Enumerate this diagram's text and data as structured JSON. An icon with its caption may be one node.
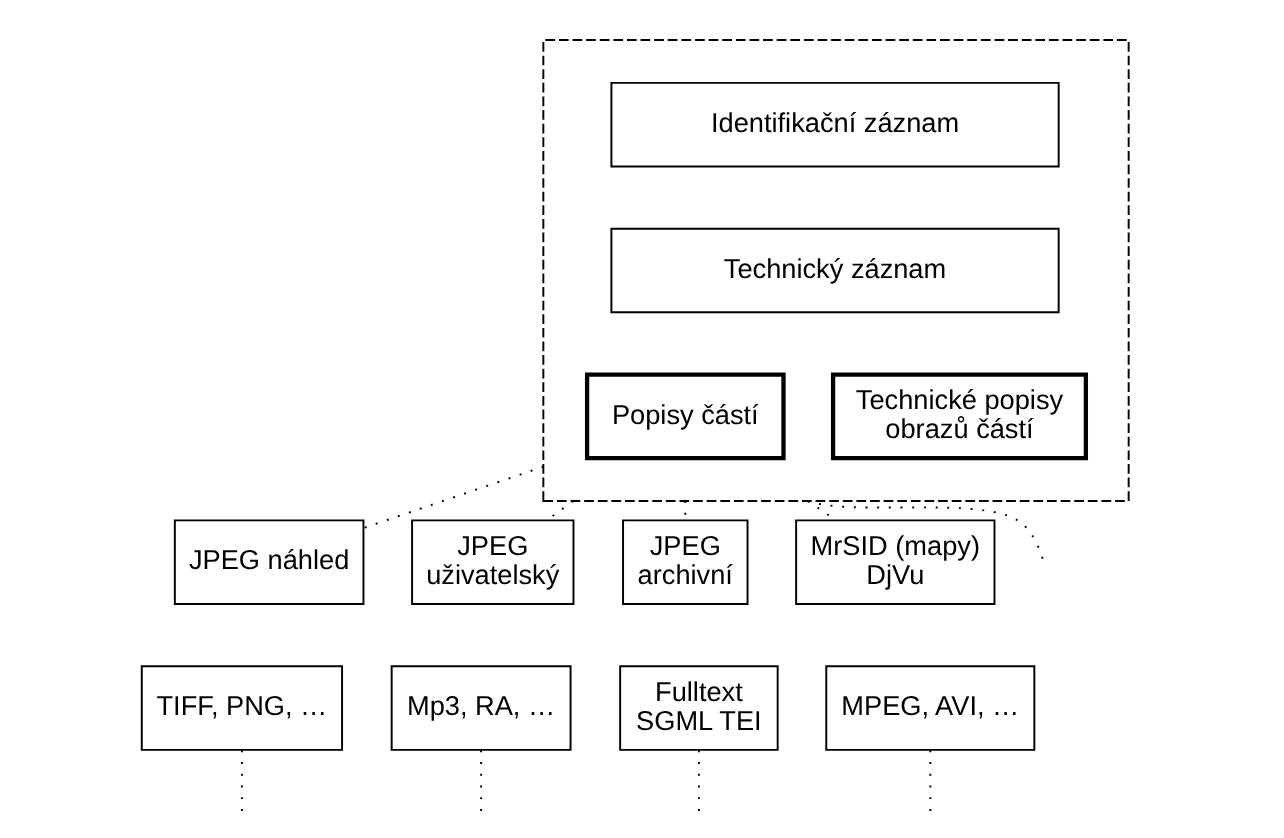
{
  "diagram": {
    "nodes": [
      {
        "text": [],
        "shape": "box"
      },
      {
        "text": [
          "Identifikační záznam"
        ],
        "in": 0
      },
      {
        "text": [
          "Technický záznam"
        ],
        "in": 0
      },
      {
        "text": [
          "Popisy částí"
        ],
        "in": 0
      },
      {
        "text": [
          "Technické popisy obrazů částí"
        ],
        "in": 0
      },
      {
        "text": [
          "JPEG náhled"
        ]
      },
      {
        "text": [
          "JPEG uživatelský"
        ]
      },
      {
        "text": [
          "JPEG archivní"
        ]
      },
      {
        "text": [
          "MrSID (mapy) DjVu"
        ]
      },
      {
        "text": [
          "TIFF, PNG, …"
        ]
      },
      {
        "text": [
          "Mp3, RA, …"
        ]
      },
      {
        "text": [
          "Fulltext SGML TEI"
        ]
      },
      {
        "text": [
          "MPEG, AVI, …"
        ]
      }
    ],
    "edges": [
      {
        "from": 0,
        "to": 5,
        "arrow": "none",
        "style": "dashed"
      },
      {
        "from": 0,
        "to": 6,
        "arrow": "none",
        "style": "dashed"
      },
      {
        "from": 0,
        "to": 7,
        "arrow": "none",
        "style": "dashed"
      },
      {
        "from": 0,
        "to": 8,
        "arrow": "none",
        "style": "dashed"
      },
      {
        "from": 0,
        "to": null,
        "arrow": "none",
        "style": "dashed"
      },
      {
        "from": 9,
        "to": null,
        "arrow": "none",
        "style": "dashed"
      },
      {
        "from": 10,
        "to": null,
        "arrow": "none",
        "style": "dashed"
      },
      {
        "from": 11,
        "to": null,
        "arrow": "none",
        "style": "dashed"
      },
      {
        "from": 12,
        "to": null,
        "arrow": "none",
        "style": "dashed"
      }
    ]
  }
}
